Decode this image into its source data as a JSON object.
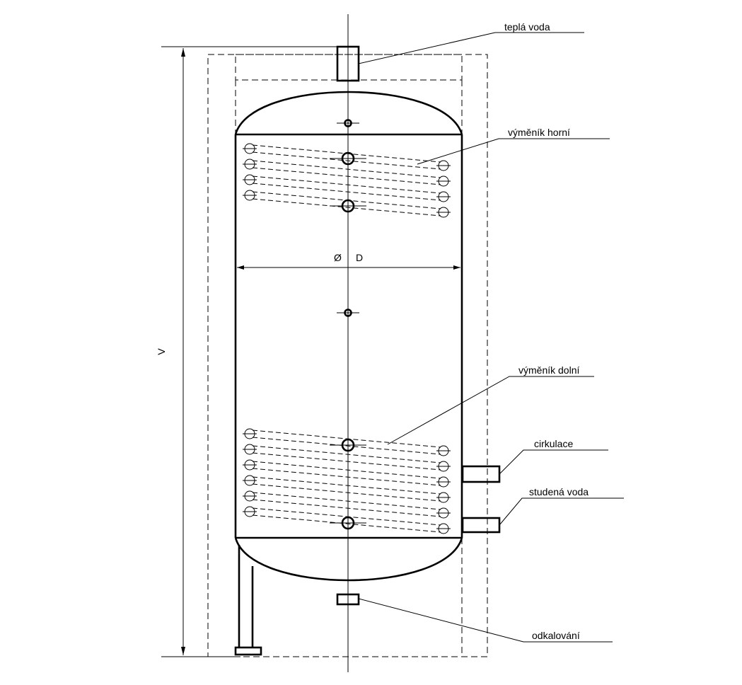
{
  "labels": {
    "hot_water": "teplá voda",
    "upper_exchanger": "výměník horní",
    "diameter_symbol": "Ø",
    "diameter_letter": "D",
    "height": "V",
    "lower_exchanger": "výměník dolní",
    "circulation": "cirkulace",
    "cold_water": "studená voda",
    "drain": "odkalování"
  }
}
